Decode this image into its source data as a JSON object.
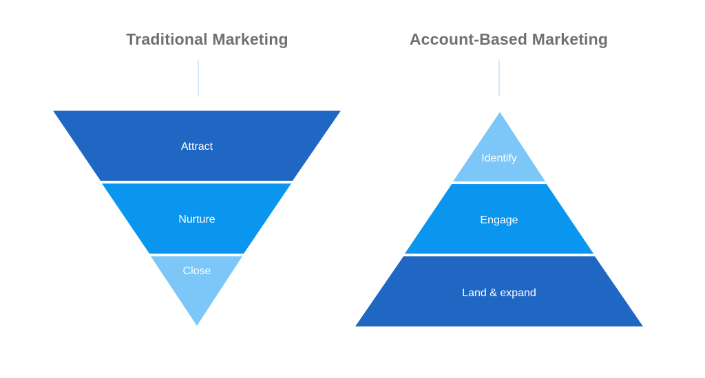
{
  "left": {
    "title": "Traditional Marketing",
    "stages": [
      {
        "label": "Attract",
        "color": "#2066c3"
      },
      {
        "label": "Nurture",
        "color": "#0a95ee"
      },
      {
        "label": "Close",
        "color": "#7cc6f8"
      }
    ]
  },
  "right": {
    "title": "Account-Based Marketing",
    "stages": [
      {
        "label": "Identify",
        "color": "#7cc6f8"
      },
      {
        "label": "Engage",
        "color": "#0a95ee"
      },
      {
        "label": "Land & expand",
        "color": "#2066c3"
      }
    ]
  }
}
